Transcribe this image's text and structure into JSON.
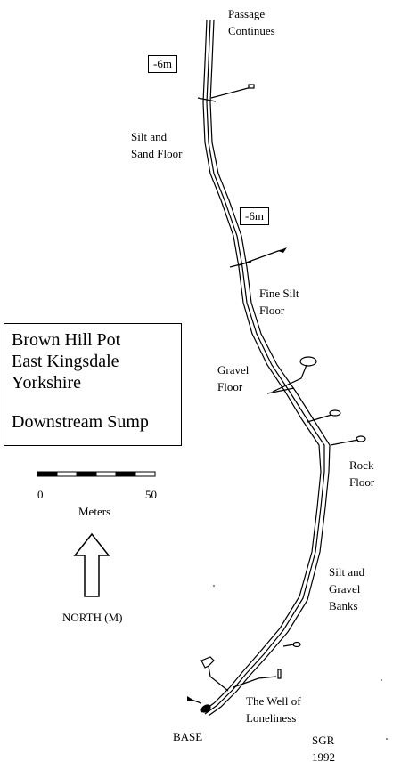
{
  "title": {
    "line1": "Brown Hill Pot",
    "line2": "East Kingsdale",
    "line3": "Yorkshire",
    "line4": "Downstream Sump"
  },
  "labels": {
    "passage": "Passage\nContinues",
    "silt_sand": "Silt and\nSand Floor",
    "fine_silt": "Fine Silt\nFloor",
    "gravel": "Gravel\nFloor",
    "rock": "Rock\nFloor",
    "silt_gravel": "Silt and\nGravel\nBanks",
    "well": "The Well of\nLoneliness",
    "base": "BASE",
    "credit": "SGR\n1992"
  },
  "depth_markers": [
    "-6m",
    "-6m"
  ],
  "scale": {
    "min": "0",
    "max": "50",
    "unit": "Meters"
  },
  "north": "NORTH (M)"
}
